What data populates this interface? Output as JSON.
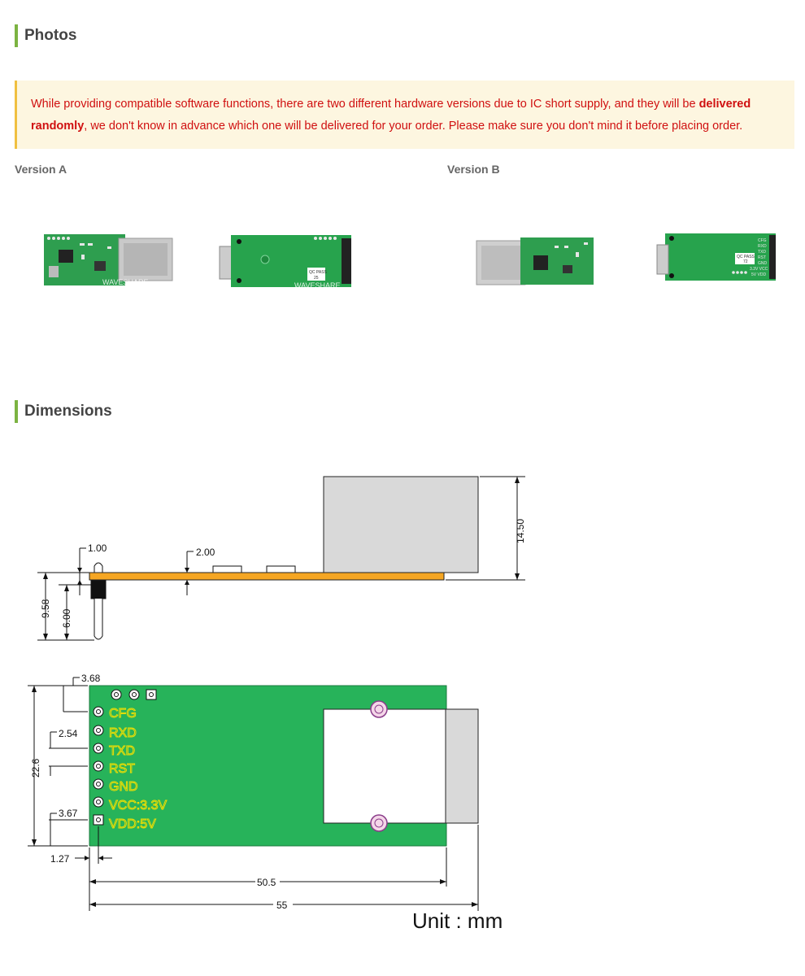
{
  "photos_section": {
    "title": "Photos"
  },
  "notice": {
    "text_before": "While providing compatible software functions, there are two different hardware versions due to IC short supply, and they will be ",
    "bold_text": "delivered randomly",
    "text_after": ", we don't know in advance which one will be delivered for your order. Please make sure you don't mind it before placing order."
  },
  "versions": [
    {
      "label": "Version A"
    },
    {
      "label": "Version B"
    }
  ],
  "board_print": {
    "brand": "WAVESHARE",
    "qc_text": "QC PASS",
    "qc_num_a": "25",
    "qc_num_b": "72",
    "back_pins_b": [
      "CFG",
      "RXD",
      "TXD",
      "RST",
      "GND",
      "3.3V VCC",
      "5V VDD"
    ]
  },
  "dimensions_section": {
    "title": "Dimensions"
  },
  "side_view": {
    "dims": {
      "pin_offset": "1.00",
      "thickness": "2.00",
      "height": "14.50",
      "total_pin": "9.58",
      "pin_length": "6.00"
    }
  },
  "top_view": {
    "pins": [
      "CFG",
      "RXD",
      "TXD",
      "RST",
      "GND",
      "VCC:3.3V",
      "VDD:5V"
    ],
    "dims": {
      "top_offset": "3.68",
      "pitch": "2.54",
      "bottom_offset": "3.67",
      "edge_offset": "1.27",
      "width": "22.6",
      "board_length": "50.5",
      "total_length": "55"
    }
  },
  "unit": "Unit : mm",
  "colors": {
    "accent": "#7cb342",
    "notice_bg": "#fdf6e0",
    "notice_text": "#d01010",
    "pcb_green": "#27b35a",
    "pcb_orange": "#f5a623",
    "rj45_gray": "#d9d9d9",
    "pin_label": "#f5e000"
  }
}
